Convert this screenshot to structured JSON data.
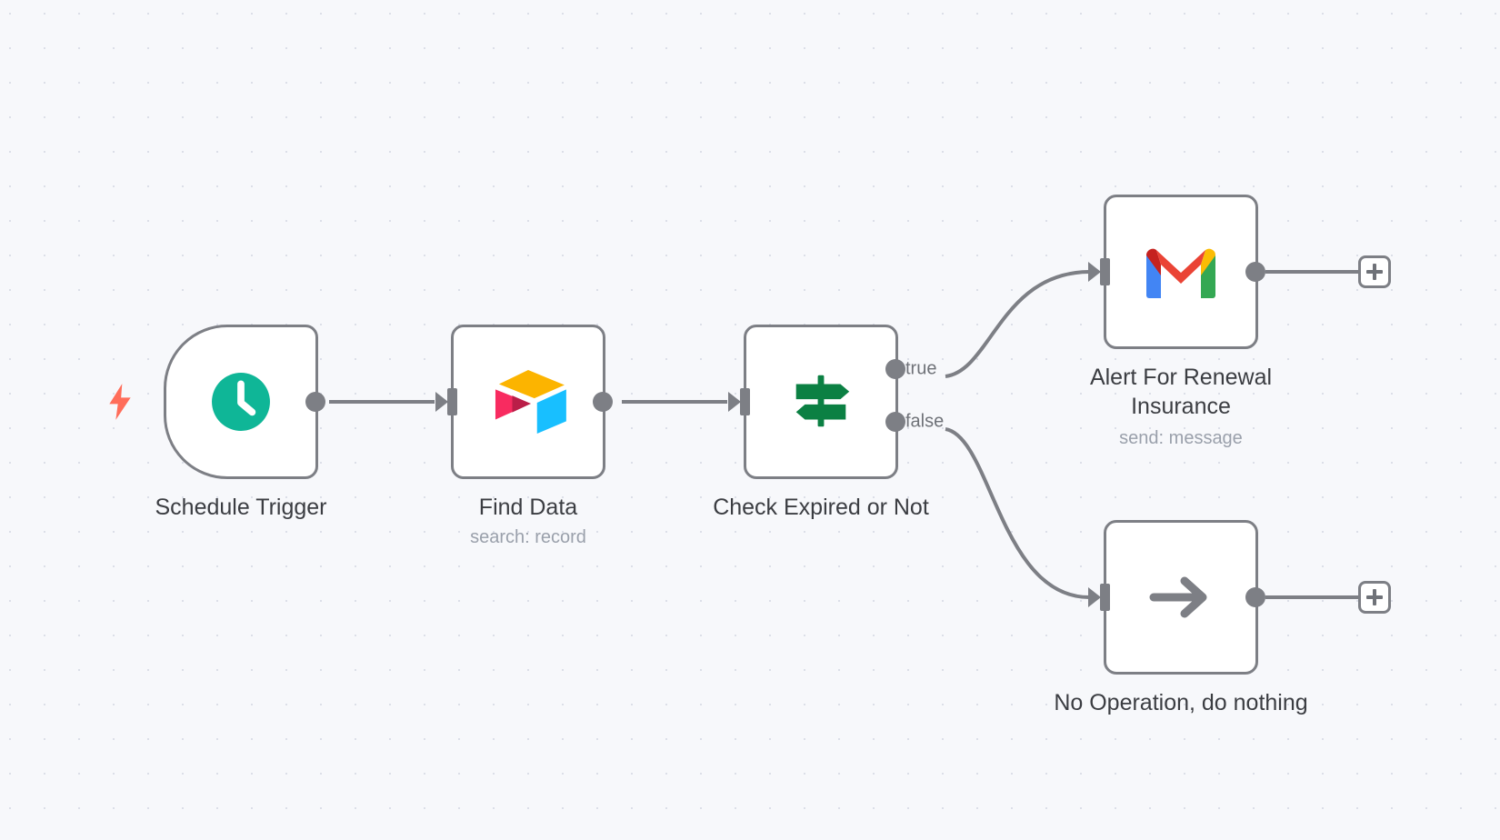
{
  "canvas": {
    "background_color": "#f7f8fb",
    "dot_color": "#dcdfe8",
    "node_border_color": "#7d7f85",
    "connector_color": "#7d7f85",
    "label_color": "#3b3d42",
    "sublabel_color": "#9aa0ab"
  },
  "nodes": [
    {
      "id": "schedule-trigger",
      "title": "Schedule Trigger",
      "subtitle": "",
      "icon": "clock-icon",
      "icon_color": "#0fb697",
      "type": "trigger",
      "has_trigger_bolt": true,
      "bolt_color": "#ff6d5a"
    },
    {
      "id": "find-data",
      "title": "Find Data",
      "subtitle": "search: record",
      "icon": "airtable-icon",
      "icon_colors": {
        "top": "#fcb400",
        "left": "#f82b60",
        "left_shade": "#ba1e48",
        "right": "#18bfff"
      },
      "type": "action"
    },
    {
      "id": "check-expired-or-not",
      "title": "Check Expired or Not",
      "subtitle": "",
      "icon": "signpost-icon",
      "icon_color": "#0b8043",
      "type": "if",
      "outputs": [
        "true",
        "false"
      ]
    },
    {
      "id": "alert-for-renewal-insurance",
      "title": "Alert For Renewal\nInsurance",
      "subtitle": "send: message",
      "icon": "gmail-icon",
      "icon_colors": {
        "red": "#ea4335",
        "dark_red": "#c5221f",
        "blue": "#4285f4",
        "yellow": "#fbbc04",
        "green": "#34a853"
      },
      "type": "action"
    },
    {
      "id": "no-operation-do-nothing",
      "title": "No Operation, do nothing",
      "subtitle": "",
      "icon": "arrow-right-icon",
      "icon_color": "#7d7f85",
      "type": "action"
    }
  ],
  "connections": [
    {
      "from": "schedule-trigger",
      "to": "find-data",
      "label": ""
    },
    {
      "from": "find-data",
      "to": "check-expired-or-not",
      "label": ""
    },
    {
      "from": "check-expired-or-not",
      "to": "alert-for-renewal-insurance",
      "label": "true"
    },
    {
      "from": "check-expired-or-not",
      "to": "no-operation-do-nothing",
      "label": "false"
    }
  ],
  "add_buttons": [
    {
      "id": "add-node-after-gmail",
      "glyph": "+"
    },
    {
      "id": "add-node-after-noop",
      "glyph": "+"
    }
  ],
  "branch_labels": {
    "true": "true",
    "false": "false"
  }
}
